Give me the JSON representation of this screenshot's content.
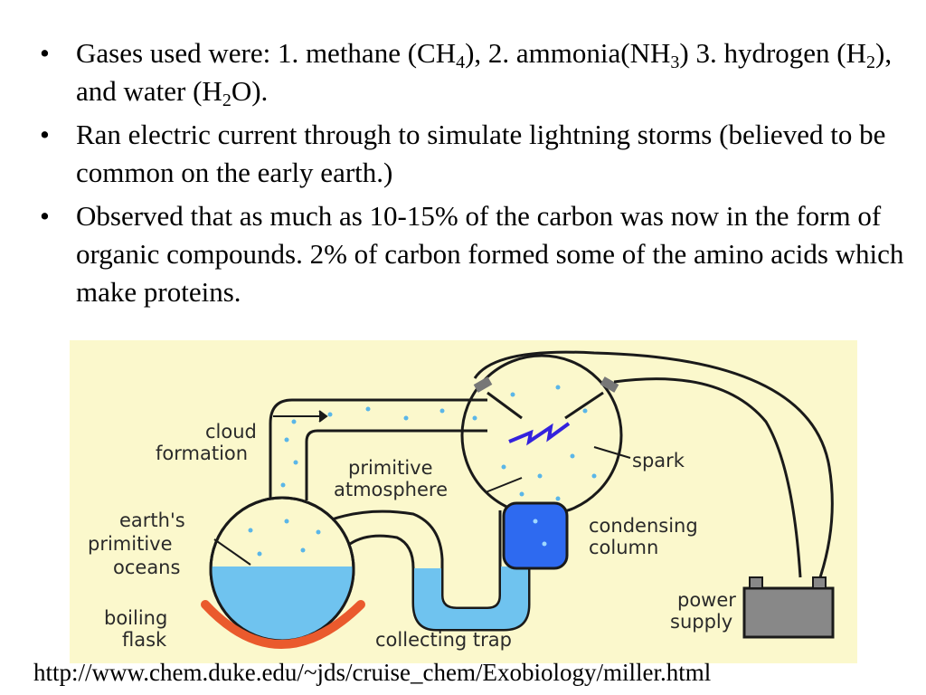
{
  "bullets": [
    {
      "parts": [
        {
          "t": "Gases used were: 1. methane (CH"
        },
        {
          "t": "4",
          "sub": true
        },
        {
          "t": "), 2. ammonia(NH"
        },
        {
          "t": "3",
          "sub": true
        },
        {
          "t": ") 3. hydrogen (H"
        },
        {
          "t": "2",
          "sub": true
        },
        {
          "t": "), and water (H"
        },
        {
          "t": "2",
          "sub": true
        },
        {
          "t": "O)."
        }
      ]
    },
    {
      "parts": [
        {
          "t": "Ran electric current through to simulate lightning storms (believed to be common on the early earth.)"
        }
      ]
    },
    {
      "parts": [
        {
          "t": "Observed that as much as 10-15% of the carbon was now in the form of organic compounds. 2% of carbon formed some of the amino acids which  make proteins."
        }
      ]
    }
  ],
  "diagram": {
    "labels": {
      "cloud": "cloud",
      "formation": "formation",
      "primitive": "primitive",
      "atmosphere": "atmosphere",
      "spark": "spark",
      "earths": "earth's",
      "primitive2": "primitive",
      "oceans": "oceans",
      "condensing": "condensing",
      "column": "column",
      "power": "power",
      "supply": "supply",
      "boiling": "boiling",
      "flask": "flask",
      "collecting_trap": "collecting trap"
    },
    "colors": {
      "background": "#fbf8cc",
      "water": "#6fc3ef",
      "droplet": "#5ab6e8",
      "column": "#2e6af0",
      "heater": "#ea5a2d",
      "spark": "#3322dd",
      "battery": "#888888"
    }
  },
  "source_url": "http://www.chem.duke.edu/~jds/cruise_chem/Exobiology/miller.html"
}
